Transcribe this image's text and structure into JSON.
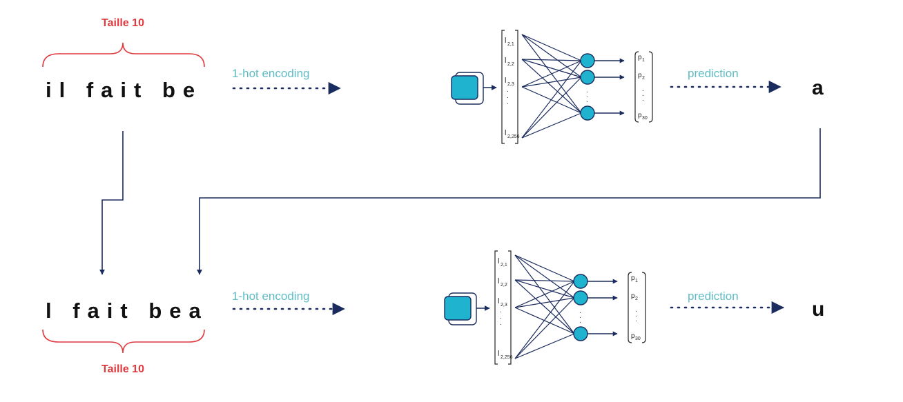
{
  "top": {
    "size_label": "Taille 10",
    "sequence": "il fait be",
    "encoding_label": "1-hot encoding",
    "prediction_label": "prediction",
    "output": "a"
  },
  "bottom": {
    "size_label": "Taille 10",
    "sequence": "l fait bea",
    "encoding_label": "1-hot encoding",
    "prediction_label": "prediction",
    "output": "u"
  },
  "network": {
    "input_vector": [
      {
        "main": "l",
        "sub": "2,1"
      },
      {
        "main": "l",
        "sub": "2,2"
      },
      {
        "main": "l",
        "sub": "2,3"
      },
      {
        "main": "l",
        "sub": "2,256"
      }
    ],
    "output_vector": [
      {
        "main": "p",
        "sub": "1"
      },
      {
        "main": "p",
        "sub": "2"
      },
      {
        "main": "p",
        "sub": "30"
      }
    ]
  },
  "colors": {
    "accent_red": "#e0393e",
    "label_teal": "#5fbcc4",
    "node_fill": "#1fb3cf",
    "arrow_navy": "#1a2b5e"
  }
}
